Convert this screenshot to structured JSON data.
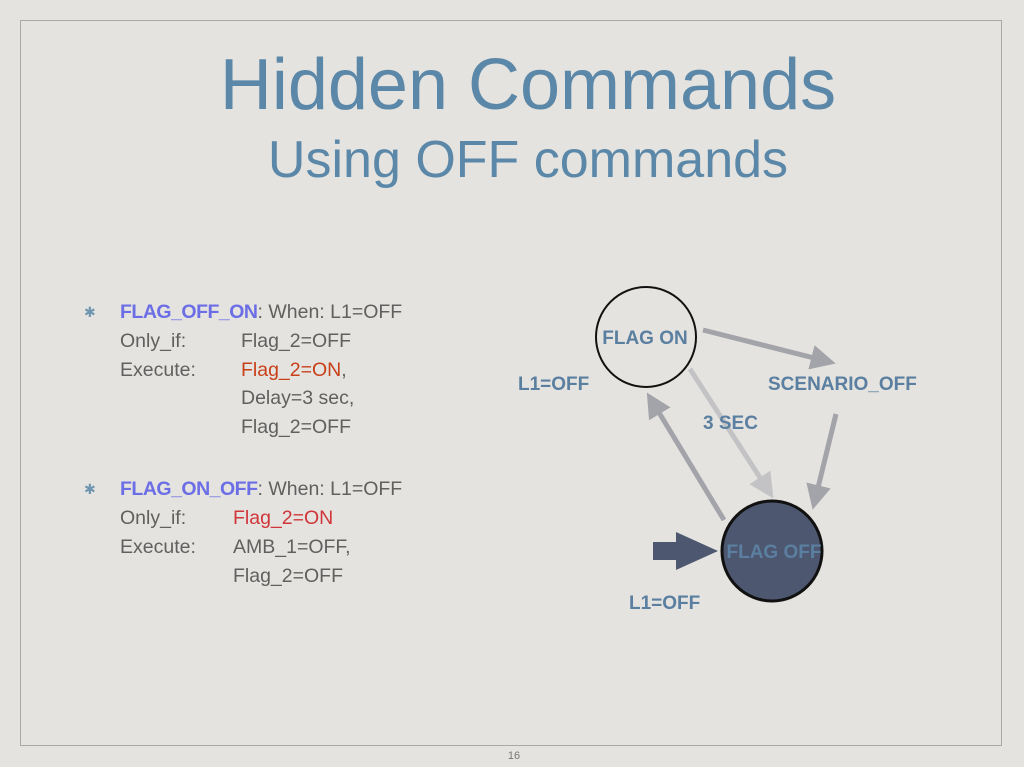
{
  "slide": {
    "title": "Hidden Commands",
    "subtitle": "Using OFF commands",
    "page_number": "16"
  },
  "bullets": [
    {
      "name": "FLAG_OFF_ON",
      "when": ": When: L1=OFF",
      "only_if_label": "Only_if:",
      "only_if_value": "Flag_2=OFF",
      "execute_label": "Execute:",
      "execute_values": [
        "Flag_2=ON",
        ",",
        "Delay=3 sec,",
        "Flag_2=OFF"
      ]
    },
    {
      "name": "FLAG_ON_OFF",
      "when": ": When: L1=OFF",
      "only_if_label": "Only_if:",
      "only_if_value": "Flag_2=ON",
      "execute_label": "Execute:",
      "execute_values": [
        "AMB_1=OFF,",
        "Flag_2=OFF"
      ]
    }
  ],
  "diagram": {
    "state_on": "FLAG ON",
    "state_off": "FLAG OFF",
    "label_l1_off_top": "L1=OFF",
    "label_scenario_off": "SCENARIO_OFF",
    "label_3sec": "3 SEC",
    "label_l1_off_bottom": "L1=OFF",
    "colors": {
      "label": "#5b7fa0",
      "off_fill": "#4e5770",
      "arrow": "#a3a3aa",
      "arrow_light": "#c3c3c6"
    }
  }
}
